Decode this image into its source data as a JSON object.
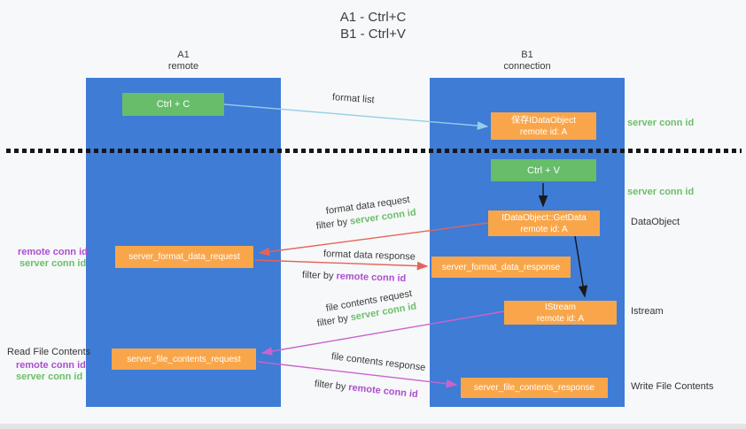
{
  "title": {
    "line1": "A1 - Ctrl+C",
    "line2": "B1 - Ctrl+V"
  },
  "lanes": {
    "a1": {
      "name": "A1",
      "subtitle": "remote"
    },
    "b1": {
      "name": "B1",
      "subtitle": "connection"
    }
  },
  "nodes": {
    "ctrl_c": {
      "label": "Ctrl + C"
    },
    "save_dataobject": {
      "line1": "保存IDataObject",
      "line2": "remote id: A"
    },
    "ctrl_v": {
      "label": "Ctrl + V"
    },
    "getdata": {
      "line1": "IDataObject::GetData",
      "line2": "remote id: A"
    },
    "format_request": {
      "label": "server_format_data_request"
    },
    "format_response": {
      "label": "server_format_data_response"
    },
    "istream": {
      "line1": "IStream",
      "line2": "remote id: A"
    },
    "file_request": {
      "label": "server_file_contents_request"
    },
    "file_response": {
      "label": "server_file_contents_response"
    }
  },
  "arrow_labels": {
    "format_list": "format list",
    "format_data_request": "format data request",
    "format_data_response": "format data response",
    "file_contents_request": "file contents request",
    "file_contents_response": "file contents response",
    "filter_by": "filter by",
    "server_conn_id": "server conn id",
    "remote_conn_id": "remote conn id"
  },
  "side_labels": {
    "right_server_conn_id_top": "server conn id",
    "right_server_conn_id_mid": "server conn id",
    "right_dataobject": "DataObject",
    "right_istream": "Istream",
    "right_write_file": "Write File Contents",
    "left_remote_conn_id_top": "remote conn id",
    "left_server_conn_id_top": "server conn id",
    "left_read_file": "Read File Contents",
    "left_remote_conn_id_bottom": "remote conn id",
    "left_server_conn_id_bottom": "server conn id"
  },
  "colors": {
    "lane": "#3e7cd6",
    "green_box": "#67bd6a",
    "orange_box": "#f9a64a",
    "green_text": "#6abf69",
    "purple_text": "#ab4fd0",
    "arrow_red": "#e4635a",
    "arrow_magenta": "#c963ce",
    "arrow_blue": "#96cde8",
    "arrow_black": "#1a1a1a"
  }
}
